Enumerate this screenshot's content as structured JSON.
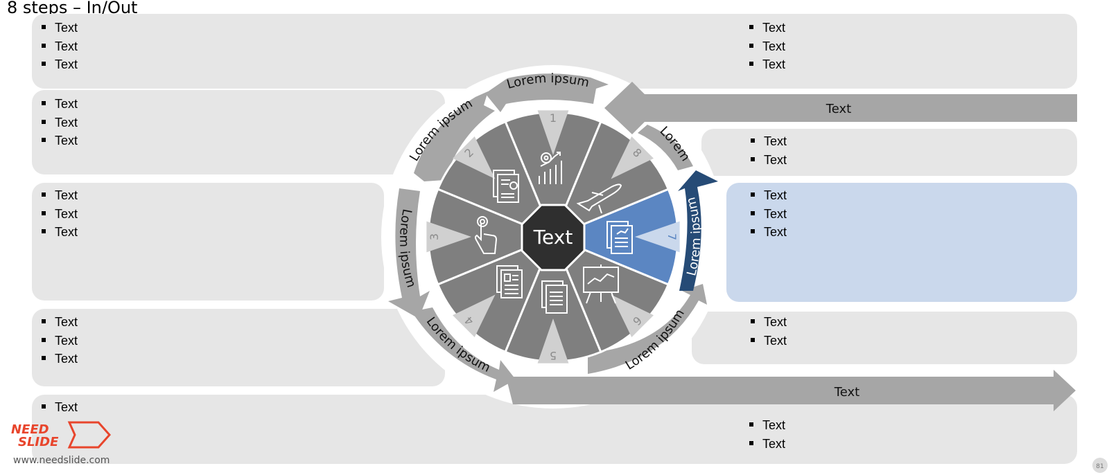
{
  "title": "8 steps – In/Out",
  "center_label": "Text",
  "ring_arrows": {
    "top": "Lorem ipsum",
    "upper_left": "Lorem ipsum",
    "left": "Lorem ipsum",
    "lower_left": "Lorem ipsum",
    "lower_right": "Lorem ipsum",
    "right": "Lorem ipsum",
    "upper_right": "Lorem"
  },
  "segment_numbers": [
    "1",
    "2",
    "3",
    "4",
    "5",
    "6",
    "7",
    "8"
  ],
  "input_arrow_label": "Text",
  "output_arrow_label": "Text",
  "panels": {
    "top_left": [
      "Text",
      "Text",
      "Text"
    ],
    "top_right": [
      "Text",
      "Text",
      "Text"
    ],
    "left_2": [
      "Text",
      "Text",
      "Text"
    ],
    "left_3": [
      "Text",
      "Text",
      "Text"
    ],
    "left_4": [
      "Text",
      "Text",
      "Text"
    ],
    "left_5": [
      "Text"
    ],
    "right_2": [
      "Text",
      "Text"
    ],
    "right_3": [
      "Text",
      "Text",
      "Text"
    ],
    "right_4": [
      "Text",
      "Text"
    ],
    "right_5": [
      "Text",
      "Text"
    ]
  },
  "logo": {
    "line1": "NEED",
    "line2": "SLIDE"
  },
  "url": "www.needslide.com",
  "page_number": "81",
  "colors": {
    "segment": "#7f7f7f",
    "highlight": "#5b86c2",
    "dark_arrow": "#264b76",
    "panel": "#e6e6e6",
    "panel_highlight": "#cad8ec",
    "center": "#2f2f2f"
  }
}
